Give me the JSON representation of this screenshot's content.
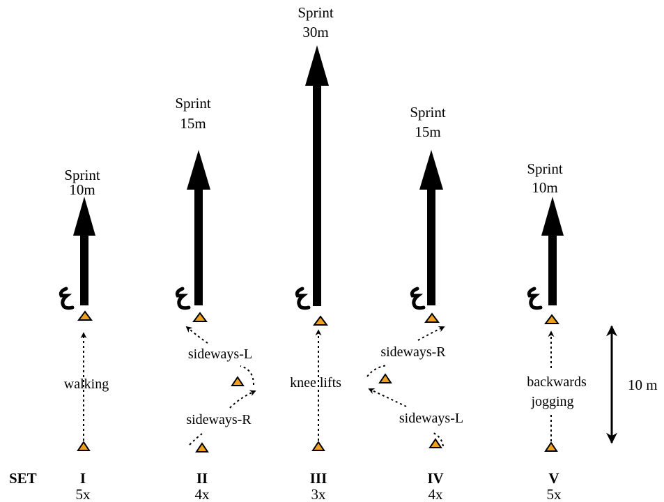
{
  "set_label": "SET",
  "scale_label": "10 m",
  "colors": {
    "cone": "#f0a020",
    "line": "#000000"
  },
  "sets": [
    {
      "roman": "I",
      "reps": "5x",
      "sprint": "Sprint",
      "distance": "10m",
      "drill": [
        "walking"
      ]
    },
    {
      "roman": "II",
      "reps": "4x",
      "sprint": "Sprint",
      "distance": "15m",
      "drill": [
        "sideways-L",
        "sideways-R"
      ]
    },
    {
      "roman": "III",
      "reps": "3x",
      "sprint": "Sprint",
      "distance": "30m",
      "drill": [
        "knee lifts"
      ]
    },
    {
      "roman": "IV",
      "reps": "4x",
      "sprint": "Sprint",
      "distance": "15m",
      "drill": [
        "sideways-R",
        "sideways-L"
      ]
    },
    {
      "roman": "V",
      "reps": "5x",
      "sprint": "Sprint",
      "distance": "10m",
      "drill": [
        "backwards",
        "jogging"
      ]
    }
  ]
}
